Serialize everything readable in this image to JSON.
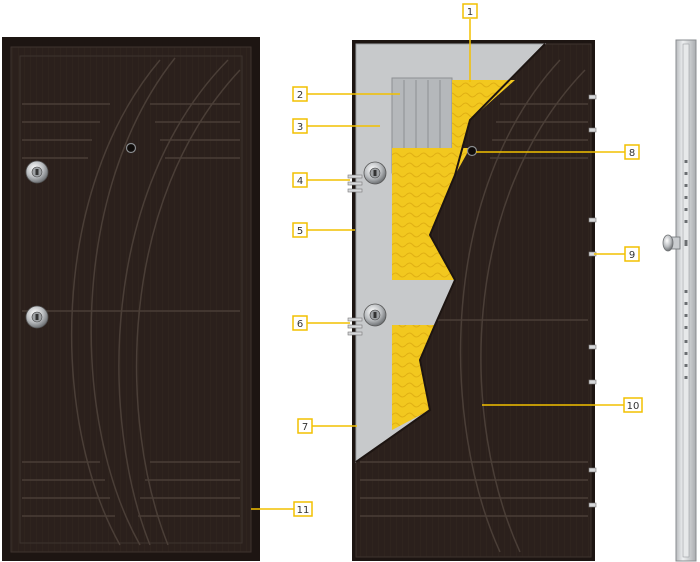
{
  "colors": {
    "door_face": "#2b201c",
    "door_frame": "#1d1512",
    "door_groove": "#3e332e",
    "inner_sheet": "#c7c9cb",
    "insulation": "#f2c81f",
    "insulation_dark": "#d9a90f",
    "callout_line": "#f2c000",
    "callout_box": "#f2c000",
    "profile_metal": "#dfe1e3"
  },
  "icons": [
    "lock-cylinder-icon",
    "peephole-icon",
    "handle-icon"
  ],
  "callouts": [
    {
      "id": "1",
      "label": "1"
    },
    {
      "id": "2",
      "label": "2"
    },
    {
      "id": "3",
      "label": "3"
    },
    {
      "id": "4",
      "label": "4"
    },
    {
      "id": "5",
      "label": "5"
    },
    {
      "id": "6",
      "label": "6"
    },
    {
      "id": "7",
      "label": "7"
    },
    {
      "id": "8",
      "label": "8"
    },
    {
      "id": "9",
      "label": "9"
    },
    {
      "id": "10",
      "label": "10"
    },
    {
      "id": "11",
      "label": "11"
    }
  ]
}
